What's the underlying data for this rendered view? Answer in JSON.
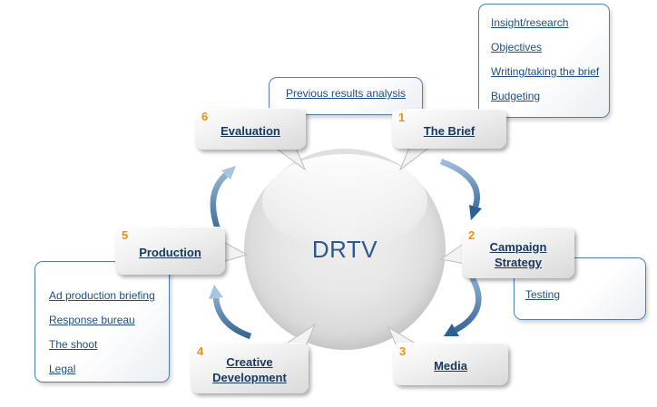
{
  "center": {
    "label": "DRTV"
  },
  "stages": {
    "brief": {
      "number": "1",
      "label": "The Brief"
    },
    "campaign": {
      "number": "2",
      "label": "Campaign Strategy"
    },
    "media": {
      "number": "3",
      "label": "Media"
    },
    "creative": {
      "number": "4",
      "label": "Creative Development"
    },
    "production": {
      "number": "5",
      "label": "Production"
    },
    "evaluation": {
      "number": "6",
      "label": "Evaluation"
    }
  },
  "detail_boxes": {
    "prev_analysis": {
      "links": [
        "Previous results analysis"
      ]
    },
    "brief_details": {
      "links": [
        "Insight/research",
        "Objectives",
        "Writing/taking the brief",
        "Budgeting"
      ]
    },
    "campaign_details": {
      "links": [
        "Testing"
      ]
    },
    "production_details": {
      "links": [
        "Ad production briefing",
        "Response bureau",
        "The shoot",
        "Legal"
      ]
    }
  },
  "colors": {
    "link_blue": "#1d5081",
    "stage_label_navy": "#17375e",
    "number_orange": "#f0900f",
    "center_label_blue": "#2b5795",
    "box_border_blue": "#4e7fb2",
    "arrow_light": "#a3c0de",
    "arrow_dark": "#2d5e94"
  }
}
